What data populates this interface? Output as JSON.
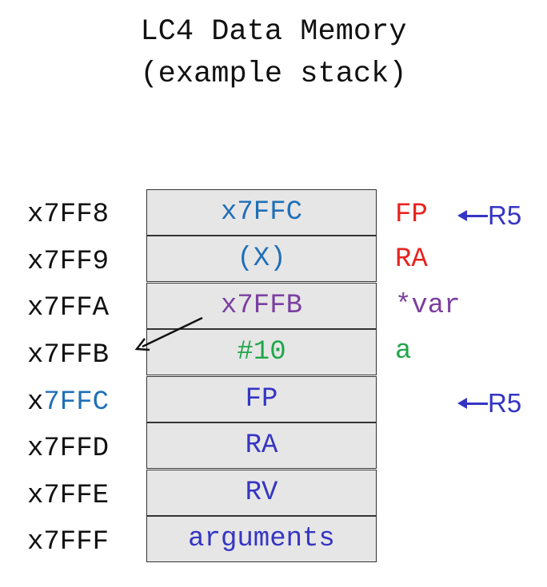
{
  "title": {
    "line1": "LC4 Data Memory",
    "line2": "(example stack)"
  },
  "colors": {
    "blue": "#1f6fb8",
    "purple": "#7b3fa0",
    "green": "#1fa64a",
    "red": "#e8231f",
    "indigo": "#3535c4",
    "black": "#111111",
    "cell_bg": "#e6e6e6"
  },
  "rows": [
    {
      "addr": "x7FF8",
      "value": "x7FFC",
      "value_color": "#1f6fb8",
      "label": "FP",
      "label_color": "#e8231f",
      "pointer": "R5"
    },
    {
      "addr": "x7FF9",
      "value": "(X)",
      "value_color": "#1f6fb8",
      "label": "RA",
      "label_color": "#e8231f",
      "pointer": ""
    },
    {
      "addr": "x7FFA",
      "value": "x7FFB",
      "value_color": "#7b3fa0",
      "label": "*var",
      "label_color": "#7b3fa0",
      "pointer": ""
    },
    {
      "addr": "x7FFB",
      "value": "#10",
      "value_color": "#1fa64a",
      "label": "a",
      "label_color": "#1fa64a",
      "pointer": ""
    },
    {
      "addr_prefix": "x",
      "addr_hi": "7FFC",
      "value": "FP",
      "value_color": "#3535c4",
      "label": "",
      "pointer": "R5"
    },
    {
      "addr": "x7FFD",
      "value": "RA",
      "value_color": "#3535c4",
      "label": "",
      "pointer": ""
    },
    {
      "addr": "x7FFE",
      "value": "RV",
      "value_color": "#3535c4",
      "label": "",
      "pointer": ""
    },
    {
      "addr": "x7FFF",
      "value": "arguments",
      "value_color": "#3535c4",
      "label": "",
      "pointer": ""
    }
  ]
}
